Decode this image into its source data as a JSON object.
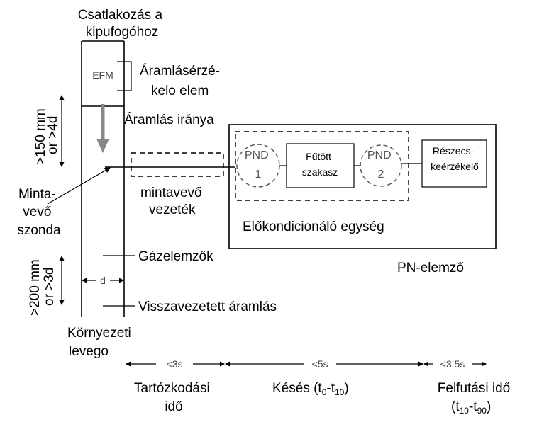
{
  "labels": {
    "exhaust_connection_line1": "Csatlakozás a",
    "exhaust_connection_line2": "kipufogóhoz",
    "efm": "EFM",
    "flow_sensor_line1": "Áramlásérzé-",
    "flow_sensor_line2": "kelo elem",
    "flow_direction": "Áramlás iránya",
    "dim_upstream_line1": ">150 mm",
    "dim_upstream_line2": "or >4d",
    "dim_downstream_line1": ">200 mm",
    "dim_downstream_line2": "or >3d",
    "diameter": "d",
    "probe_line1": "Minta-",
    "probe_line2": "vevő",
    "probe_line3": "szonda",
    "sampling_line_line1": "mintavevő",
    "sampling_line_line2": "vezeték",
    "pnd1_line1": "PND",
    "pnd1_line2": "1",
    "heated_section_line1": "Fűtött",
    "heated_section_line2": "szakasz",
    "pnd2_line1": "PND",
    "pnd2_line2": "2",
    "particle_detector_line1": "Részecs-",
    "particle_detector_line2": "keérzékelő",
    "preconditioning_unit": "Előkondicionáló   egység",
    "pn_analyzer": "PN-elemző",
    "gas_analyzers": "Gázelemzők",
    "return_flow": "Visszavezetett  áramlás",
    "ambient_air_line1": "Környezeti",
    "ambient_air_line2": "levego"
  },
  "timeline": {
    "residence_limit": "<3s",
    "delay_limit": "<5s",
    "rise_limit": "<3.5s",
    "residence_time_line1": "Tartózkodási",
    "residence_time_line2": "idő",
    "delay_prefix": "Késés (t",
    "delay_sub0": "0",
    "delay_mid": "-t",
    "delay_sub10": "10",
    "delay_suffix": ")",
    "rise_time_line1": "Felfutási idő",
    "rise_prefix": "(t",
    "rise_sub10": "10",
    "rise_mid": "-t",
    "rise_sub90": "90",
    "rise_suffix": ")"
  }
}
